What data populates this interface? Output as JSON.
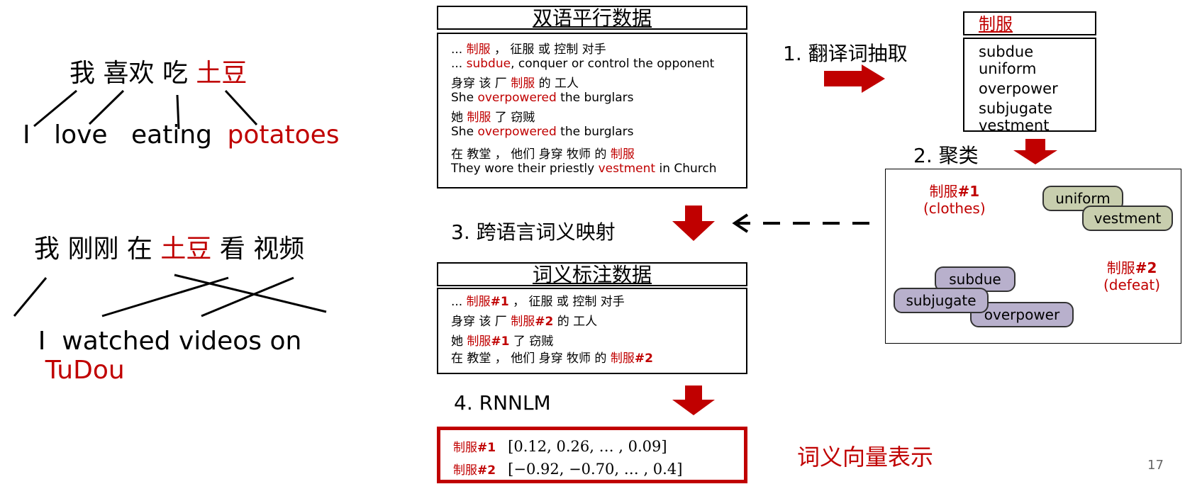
{
  "left": {
    "ex1_zh": [
      "我",
      "喜欢",
      "吃"
    ],
    "ex1_zh_red": "土豆",
    "ex1_en": [
      "I",
      "love",
      "eating"
    ],
    "ex1_en_red": "potatoes",
    "ex2_zh_a": "我 刚刚 在",
    "ex2_zh_red": "土豆",
    "ex2_zh_b": "看 视频",
    "ex2_en_a": "I  watched videos on",
    "ex2_en_red": "TuDou"
  },
  "parallel": {
    "title": "双语平行数据",
    "lines": [
      {
        "pre": "... ",
        "red": "制服",
        "post": " ， 征服 或 控制 对手"
      },
      {
        "pre": "... ",
        "red": "subdue",
        "post": ", conquer or control the opponent"
      },
      {
        "pre": "身穿 该 厂 ",
        "red": "制服",
        "post": " 的 工人"
      },
      {
        "pre": "She ",
        "red": "overpowered",
        "post": " the burglars"
      },
      {
        "pre": "她 ",
        "red": "制服",
        "post": " 了 窃贼"
      },
      {
        "pre": "She ",
        "red": "overpowered",
        "post": " the burglars"
      },
      {
        "pre": "在 教堂 ， 他们 身穿 牧师 的 ",
        "red": "制服",
        "post": ""
      },
      {
        "pre": "They wore their priestly ",
        "red": "vestment",
        "post": " in Church"
      }
    ]
  },
  "steps": {
    "s1": "1. 翻译词抽取",
    "s2": "2. 聚类",
    "s3": "3. 跨语言词义映射",
    "s4": "4. RNNLM"
  },
  "translations": {
    "title": "制服",
    "words": [
      "subdue",
      "uniform",
      "overpower",
      "subjugate",
      "vestment"
    ]
  },
  "clusters": {
    "sense1_word": "制服",
    "sense1_tag": "#1",
    "sense1_gloss": "(clothes)",
    "sense2_word": "制服",
    "sense2_tag": "#2",
    "sense2_gloss": "(defeat)",
    "green": [
      "uniform",
      "vestment"
    ],
    "purple": [
      "subdue",
      "subjugate",
      "overpower"
    ]
  },
  "annotated": {
    "title": "词义标注数据",
    "lines": [
      {
        "pre": "... ",
        "red": "制服",
        "tag": "#1",
        "post": " ， 征服 或 控制 对手"
      },
      {
        "pre": "身穿 该 厂 ",
        "red": "制服",
        "tag": "#2",
        "post": " 的 工人"
      },
      {
        "pre": "她 ",
        "red": "制服",
        "tag": "#1",
        "post": " 了 窃贼"
      },
      {
        "pre": "在 教堂 ， 他们 身穿 牧师 的 ",
        "red": "制服",
        "tag": "#2",
        "post": ""
      }
    ]
  },
  "vectors": {
    "rows": [
      {
        "word": "制服",
        "tag": "#1",
        "vec": "[0.12,  0.26,  … ,  0.09]"
      },
      {
        "word": "制服",
        "tag": "#2",
        "vec": "[−0.92,  −0.70,  … ,  0.4]"
      }
    ]
  },
  "result_label": "词义向量表示",
  "page_number": "17"
}
